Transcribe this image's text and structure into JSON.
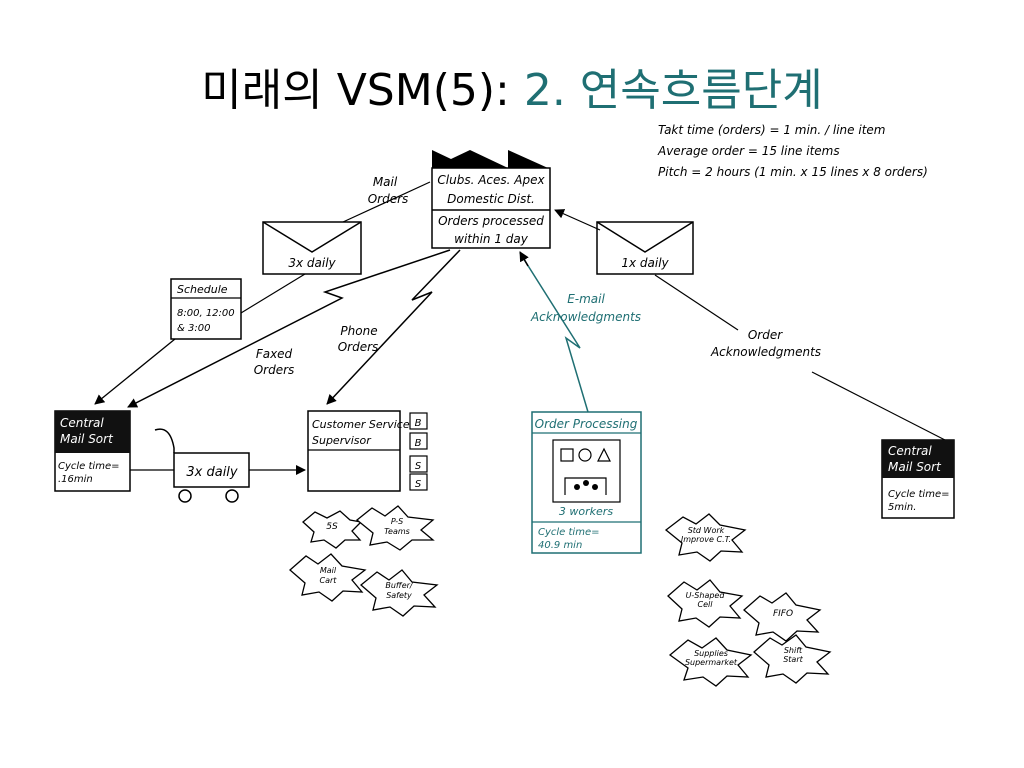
{
  "title": {
    "main": "미래의 VSM(5): ",
    "accent": "2. 연속흐름단계"
  },
  "takt": {
    "line1": "Takt time (orders) = 1 min. / line item",
    "line2": "Average order = 15 line items",
    "line3": "Pitch = 2 hours (1 min. x 15 lines x 8 orders)"
  },
  "factory": {
    "name1": "Clubs. Aces. Apex",
    "name2": "Domestic Dist.",
    "note1": "Orders processed",
    "note2": "within 1 day"
  },
  "mail_left": {
    "label1": "Mail",
    "label2": "Orders",
    "freq": "3x daily"
  },
  "mail_right": {
    "freq": "1x daily"
  },
  "schedule": {
    "title": "Schedule",
    "line1": "8:00, 12:00",
    "line2": "& 3:00"
  },
  "faxed": {
    "line1": "Faxed",
    "line2": "Orders"
  },
  "phone": {
    "line1": "Phone",
    "line2": "Orders"
  },
  "email": {
    "line1": "E-mail",
    "line2": "Acknowledgments"
  },
  "order_ack": {
    "line1": "Order",
    "line2": "Acknowledgments"
  },
  "cms_left": {
    "title1": "Central",
    "title2": "Mail Sort",
    "data1": "Cycle time=",
    "data2": ".16min"
  },
  "cart": {
    "label": "3x daily"
  },
  "csr": {
    "title1": "Customer Service",
    "title2": "Supervisor",
    "b1": "B",
    "b2": "B",
    "s1": "S",
    "s2": "S"
  },
  "order_proc": {
    "title": "Order Processing",
    "workers": "3 workers",
    "data1": "Cycle time=",
    "data2": "40.9 min"
  },
  "cms_right": {
    "title1": "Central",
    "title2": "Mail Sort",
    "data1": "Cycle time=",
    "data2": "5min."
  },
  "kaizen": {
    "k1": "5S",
    "k2a": "P-S",
    "k2b": "Teams",
    "k3a": "Mail",
    "k3b": "Cart",
    "k4a": "Buffer/",
    "k4b": "Safety",
    "k5a": "Std Work",
    "k5b": "Improve C.T.",
    "k6a": "U-Shaped",
    "k6b": "Cell",
    "k7": "FIFO",
    "k8a": "Supplies",
    "k8b": "Supermarket",
    "k9a": "Shift",
    "k9b": "Start"
  }
}
